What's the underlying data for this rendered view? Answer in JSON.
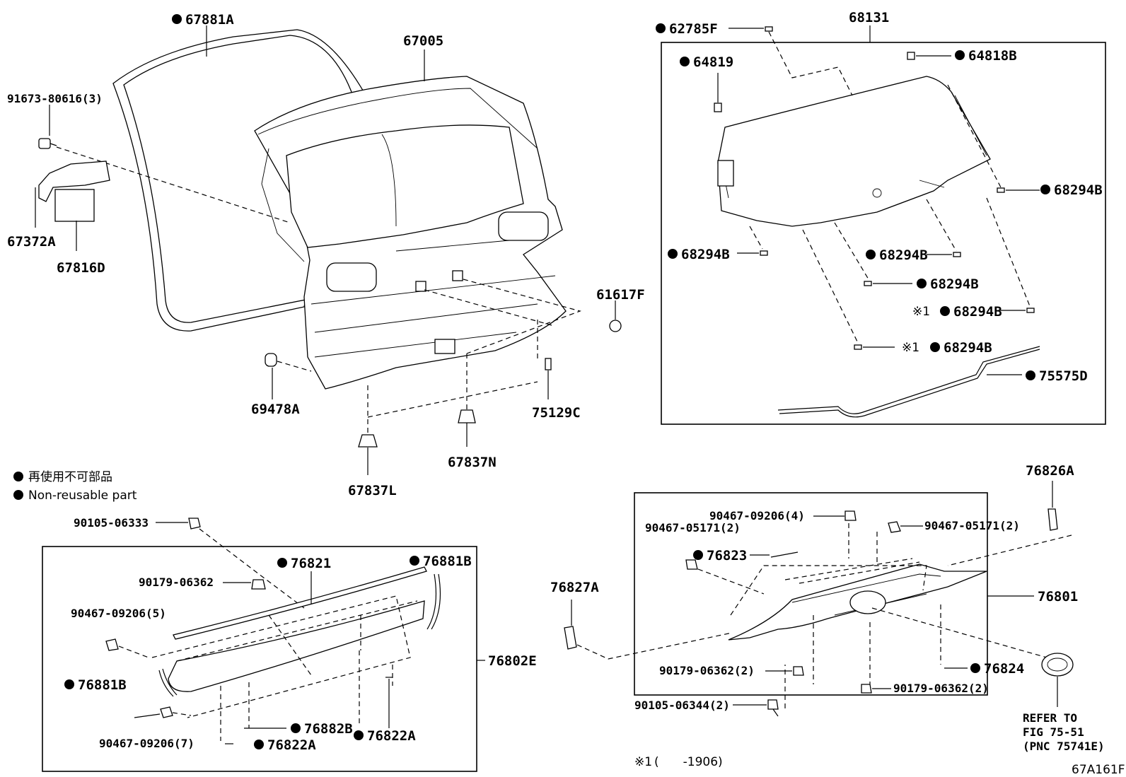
{
  "labels": {
    "p67881A": "67881A",
    "p67005": "67005",
    "p91673": "91673-80616(3)",
    "p67372A": "67372A",
    "p67816D": "67816D",
    "p61617F": "61617F",
    "p69478A": "69478A",
    "p75129C": "75129C",
    "p67837N": "67837N",
    "p67837L": "67837L",
    "p62785F": "62785F",
    "p68131": "68131",
    "p64819": "64819",
    "p64818B": "64818B",
    "p68294B_a": "68294B",
    "p68294B_b": "68294B",
    "p68294B_c": "68294B",
    "p68294B_d": "68294B",
    "p68294B_e": "68294B",
    "p68294B_f": "68294B",
    "p75575D": "75575D",
    "mark1": "※1",
    "mark2": "※1",
    "p90105_06333": "90105-06333",
    "p76821": "76821",
    "p76881B_a": "76881B",
    "p90179_a": "90179-06362",
    "p90467_5": "90467-09206(5)",
    "p76802E": "76802E",
    "p76881B_b": "76881B",
    "p90467_7": "90467-09206(7)",
    "p76882B": "76882B",
    "p76822A_a": "76822A",
    "p76822A_b": "76822A",
    "p76826A": "76826A",
    "p90467_4": "90467-09206(4)",
    "p90467_05171_l": "90467-05171(2)",
    "p90467_05171_r": "90467-05171(2)",
    "p76823": "76823",
    "p76801": "76801",
    "p76827A": "76827A",
    "p90179_2a": "90179-06362(2)",
    "p90179_2b": "90179-06362(2)",
    "p76824": "76824",
    "p90105_06344": "90105-06344(2)"
  },
  "legend": {
    "jp": "再使用不可部品",
    "en": "Non-reusable part"
  },
  "refer": {
    "line1": "REFER TO",
    "line2": "FIG 75-51",
    "line3": "(PNC 75741E)"
  },
  "footnote": {
    "mark": "※1",
    "text": "(　　-1906)"
  },
  "figure_id": "67A161F"
}
